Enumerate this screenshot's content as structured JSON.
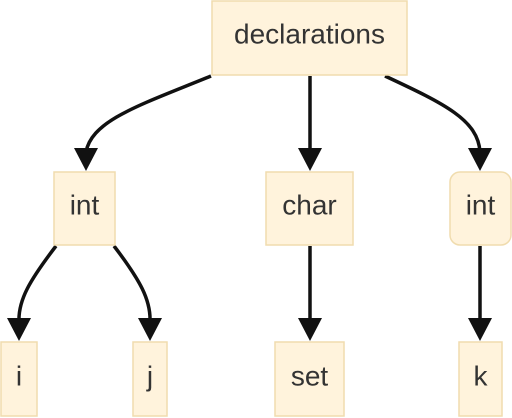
{
  "diagram": {
    "nodes": {
      "declarations": "declarations",
      "int_left": "int",
      "char": "char",
      "int_right": "int",
      "i": "i",
      "j": "j",
      "set": "set",
      "k": "k"
    },
    "edges": [
      {
        "from": "declarations",
        "to": "int_left"
      },
      {
        "from": "declarations",
        "to": "char"
      },
      {
        "from": "declarations",
        "to": "int_right"
      },
      {
        "from": "int_left",
        "to": "i"
      },
      {
        "from": "int_left",
        "to": "j"
      },
      {
        "from": "char",
        "to": "set"
      },
      {
        "from": "int_right",
        "to": "k"
      }
    ]
  }
}
